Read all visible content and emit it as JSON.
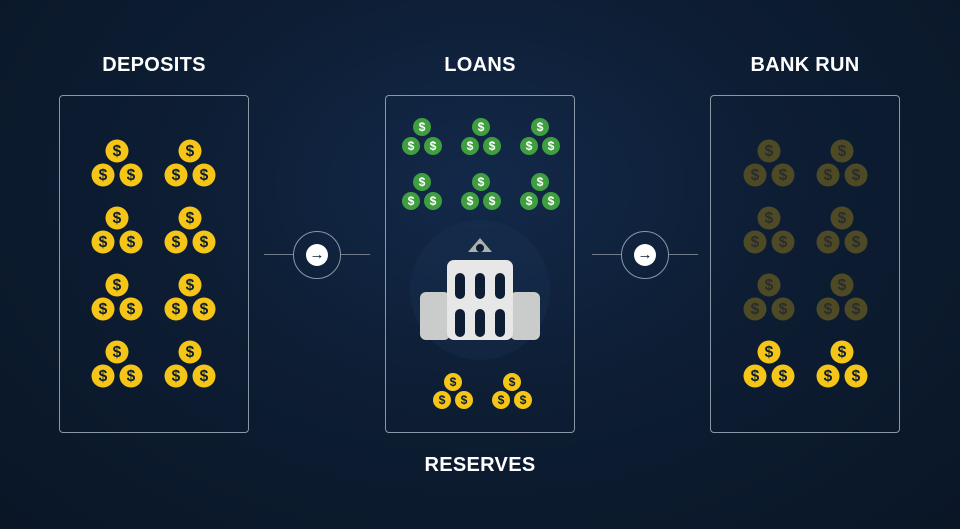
{
  "titles": {
    "deposits": "DEPOSITS",
    "loans": "LOANS",
    "bank_run": "BANK RUN",
    "reserves": "RESERVES"
  },
  "colors": {
    "gold": "#f5c518",
    "green": "#3f9e3f",
    "dim": "#4f4a26",
    "dollar_dark": "#0d1d33"
  },
  "icons": {
    "arrow": "arrow-right-icon",
    "bank": "bank-building-icon",
    "coin": "dollar-coin-icon"
  },
  "arrow_glyph": "→",
  "coin_symbol": "$",
  "clusters": {
    "deposits": [
      "gold",
      "gold",
      "gold",
      "gold",
      "gold",
      "gold",
      "gold",
      "gold"
    ],
    "loans": [
      "green",
      "green",
      "green",
      "green",
      "green",
      "green"
    ],
    "reserves": [
      "gold",
      "gold"
    ],
    "bank_run": [
      "dim",
      "dim",
      "dim",
      "dim",
      "dim",
      "dim",
      "gold",
      "gold"
    ]
  }
}
